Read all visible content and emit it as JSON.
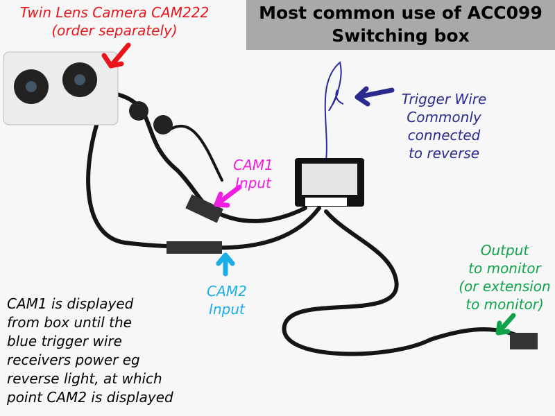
{
  "title": {
    "line1": "Most common use of ACC099",
    "line2": "Switching box"
  },
  "labels": {
    "camera": {
      "line1": "Twin Lens Camera CAM222",
      "line2": "(order separately)",
      "color": "#e8151b"
    },
    "trigger": {
      "line1": "Trigger Wire",
      "line2": "Commonly",
      "line3": "connected",
      "line4": "to reverse",
      "color": "#2b2b8f"
    },
    "cam1": {
      "line1": "CAM1",
      "line2": "Input",
      "color": "#ee1fe0"
    },
    "cam2": {
      "line1": "CAM2",
      "line2": "Input",
      "color": "#1aaee8"
    },
    "output": {
      "line1": "Output",
      "line2": "to monitor",
      "line3": "(or extension",
      "line4": "to monitor)",
      "color": "#10a34a"
    },
    "note": {
      "lines": [
        "CAM1 is displayed",
        "from box until the",
        "blue trigger wire",
        "receivers power eg",
        "reverse light, at which",
        "point CAM2 is displayed"
      ]
    }
  }
}
